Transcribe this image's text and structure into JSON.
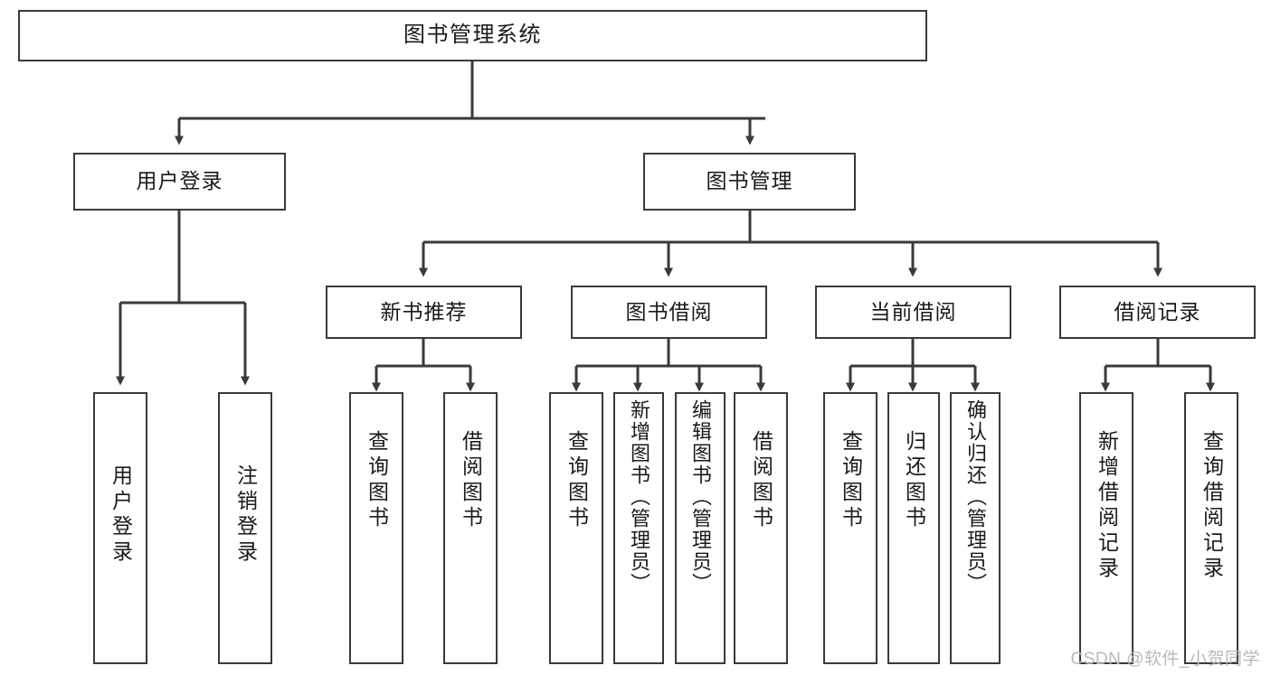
{
  "diagram": {
    "title": "图书管理系统",
    "watermark": "CSDN @软件_小贺同学",
    "nodes": {
      "root": "图书管理系统",
      "user_login": "用户登录",
      "book_manage": "图书管理",
      "new_book_rec": "新书推荐",
      "book_borrow": "图书借阅",
      "current_borrow": "当前借阅",
      "borrow_record": "借阅记录",
      "leaf_user_login": "用户登录",
      "leaf_logout": "注销登录",
      "leaf_query_book_1": "查询图书",
      "leaf_borrow_book_1": "借阅图书",
      "leaf_query_book_2": "查询图书",
      "leaf_add_book": "新增图书（管理员）",
      "leaf_edit_book": "编辑图书（管理员）",
      "leaf_borrow_book_2": "借阅图书",
      "leaf_query_book_3": "查询图书",
      "leaf_return_book": "归还图书",
      "leaf_confirm_return": "确认归还（管理员）",
      "leaf_add_record": "新增借阅记录",
      "leaf_query_record": "查询借阅记录"
    },
    "colors": {
      "stroke": "#3a3a3a",
      "fill": "#ffffff",
      "text": "#1a1a1a",
      "watermark": "#b9b9b9"
    }
  }
}
